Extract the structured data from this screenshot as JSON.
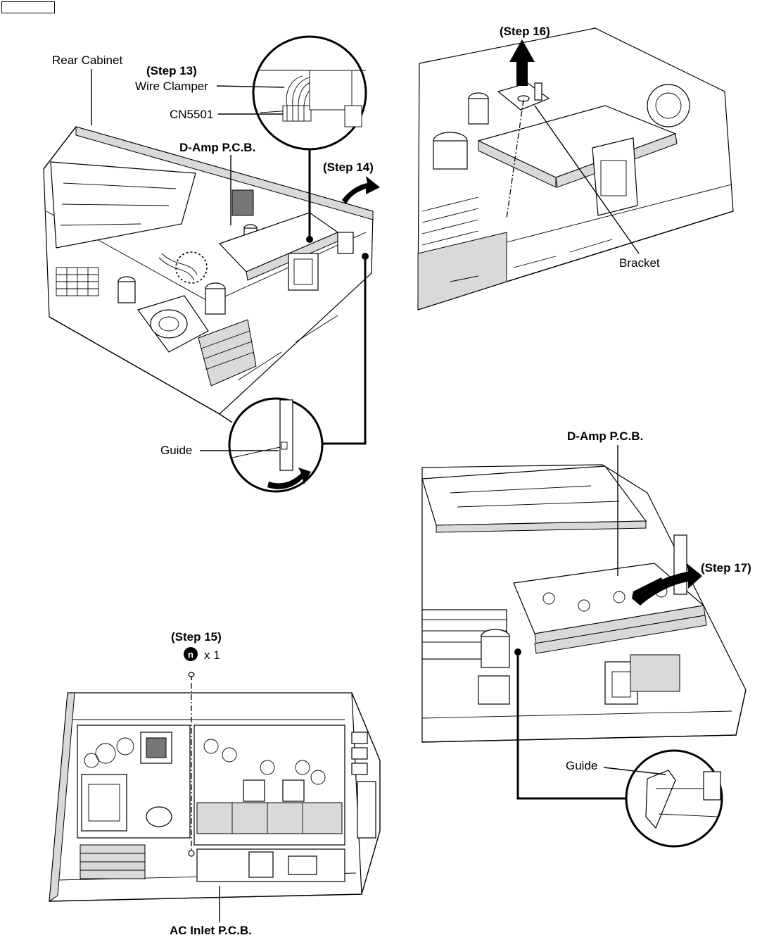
{
  "header": {
    "page_box": ""
  },
  "panels": {
    "top_left": {
      "rear_cabinet": "Rear Cabinet",
      "step13": "(Step 13)",
      "wire_clamper": "Wire Clamper",
      "cn5501": "CN5501",
      "damp_pcb": "D-Amp P.C.B.",
      "step14": "(Step 14)",
      "guide": "Guide"
    },
    "top_right": {
      "step16": "(Step 16)",
      "bracket": "Bracket"
    },
    "bottom_left": {
      "step15": "(Step 15)",
      "screw_symbol": "n",
      "screw_count": "x 1",
      "ac_inlet_pcb": "AC Inlet P.C.B."
    },
    "bottom_right": {
      "damp_pcb": "D-Amp P.C.B.",
      "step17": "(Step 17)",
      "guide": "Guide"
    }
  }
}
